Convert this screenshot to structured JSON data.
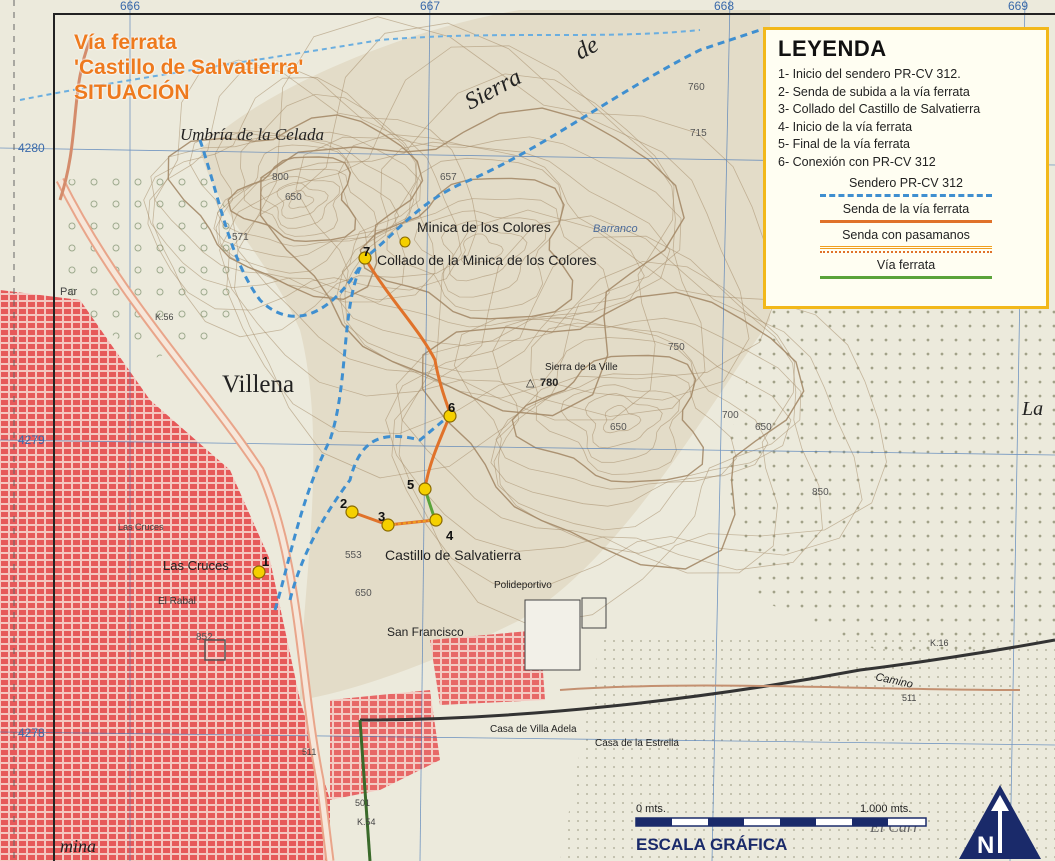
{
  "title": {
    "line1": "Vía ferrata",
    "line2": "'Castillo de Salvatierra'",
    "line3": "SITUACIÓN"
  },
  "legend": {
    "heading": "LEYENDA",
    "items": [
      "1- Inicio del sendero PR-CV 312.",
      "2- Senda de subida a la vía ferrata",
      "3- Collado del Castillo de Salvatierra",
      "4- Inicio de la vía ferrata",
      "5- Final de la vía ferrata",
      "6- Conexión con PR-CV 312"
    ],
    "symbols": [
      {
        "label": "Sendero PR-CV 312",
        "color": "#3f8fd0",
        "style": "dashed"
      },
      {
        "label": "Senda de la vía ferrata",
        "color": "#e0722a",
        "style": "solid"
      },
      {
        "label": "Senda con pasamanos",
        "color": "#f0a020",
        "style": "double"
      },
      {
        "label": "Vía ferrata",
        "color": "#5aa33a",
        "style": "solid"
      }
    ]
  },
  "grid": {
    "top": [
      "666",
      "667",
      "668",
      "669"
    ],
    "left": [
      "4280",
      "4279",
      "4278"
    ]
  },
  "places": {
    "sierra": "Sierra",
    "de": "de",
    "umbria": "Umbría de la Celada",
    "villena": "Villena",
    "minica": "Minica de los Colores",
    "barranco": "Barranco",
    "collado": "Collado de la Minica de los Colores",
    "sierra_ville": "Sierra de la Ville",
    "summit": "780",
    "castillo": "Castillo de Salvatierra",
    "las_cruces": "Las Cruces",
    "las_cruces_small": "Las Cruces",
    "el_rabal": "El Rabal",
    "polideportivo": "Polideportivo",
    "san_francisco": "San Francisco",
    "casa_villa_adela": "Casa de Villa Adela",
    "casa_estrella": "Casa de la Estrella",
    "camino": "Camino",
    "el_carr": "El Carr",
    "la": "La",
    "mina": "mina",
    "par": "Par",
    "k56": "K.56",
    "k54": "K.54",
    "k16": "K.16",
    "r511a": "511",
    "r511b": "511",
    "r501": "501"
  },
  "contours": [
    "800",
    "650",
    "571",
    "760",
    "715",
    "657",
    "750",
    "700",
    "650",
    "850",
    "553",
    "650",
    "650",
    "852"
  ],
  "waypoints": [
    {
      "n": "1"
    },
    {
      "n": "2"
    },
    {
      "n": "3"
    },
    {
      "n": "4"
    },
    {
      "n": "5"
    },
    {
      "n": "6"
    },
    {
      "n": "7"
    }
  ],
  "scale": {
    "label": "ESCALA GRÁFICA",
    "start": "0 mts.",
    "end": "1.000 mts."
  },
  "north": "N",
  "colors": {
    "town": "#e86a6a",
    "contour": "#a08a6a",
    "pr_trail": "#3f8fd0",
    "ferrata_path": "#e0722a",
    "handrail": "#f0a020",
    "ferrata": "#5aa33a",
    "waypoint": "#f5d000",
    "legend_border": "#f2b81a",
    "title": "#ee7a1e"
  }
}
